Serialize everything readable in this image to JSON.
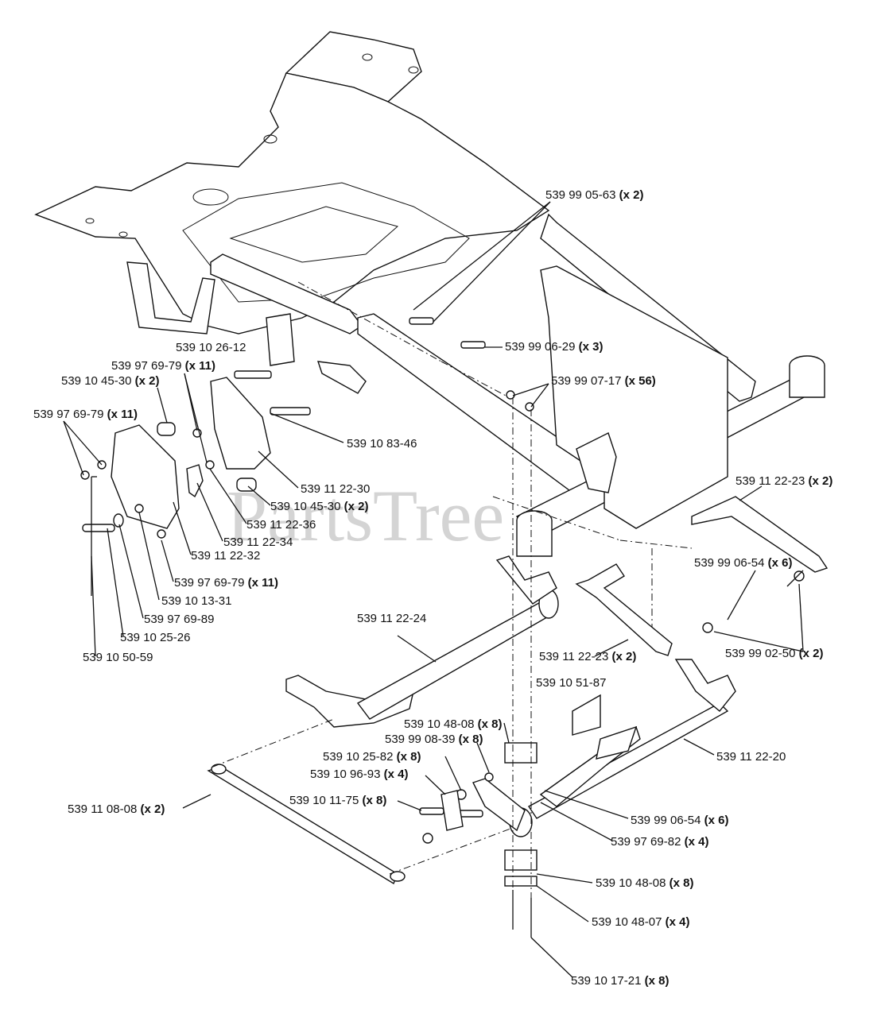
{
  "watermark": "PartsTree",
  "labels": [
    {
      "id": "l01",
      "part": "539 99 05-63",
      "qty": "(x 2)"
    },
    {
      "id": "l02",
      "part": "539 99 06-29",
      "qty": "(x 3)"
    },
    {
      "id": "l03",
      "part": "539 10 26-12",
      "qty": ""
    },
    {
      "id": "l04",
      "part": "539 97 69-79",
      "qty": "(x 11)"
    },
    {
      "id": "l05",
      "part": "539 10 45-30",
      "qty": "(x 2)"
    },
    {
      "id": "l06",
      "part": "539 97 69-79",
      "qty": "(x 11)"
    },
    {
      "id": "l07",
      "part": "539 99 07-17",
      "qty": "(x 56)"
    },
    {
      "id": "l08",
      "part": "539 10 83-46",
      "qty": ""
    },
    {
      "id": "l09",
      "part": "539 11 22-30",
      "qty": ""
    },
    {
      "id": "l10",
      "part": "539 10 45-30",
      "qty": "(x 2)"
    },
    {
      "id": "l11",
      "part": "539 11 22-36",
      "qty": ""
    },
    {
      "id": "l12",
      "part": "539 11 22-34",
      "qty": ""
    },
    {
      "id": "l13",
      "part": "539 11 22-32",
      "qty": ""
    },
    {
      "id": "l14",
      "part": "539 97 69-79",
      "qty": "(x 11)"
    },
    {
      "id": "l15",
      "part": "539 10 13-31",
      "qty": ""
    },
    {
      "id": "l16",
      "part": "539 97 69-89",
      "qty": ""
    },
    {
      "id": "l17",
      "part": "539 10 25-26",
      "qty": ""
    },
    {
      "id": "l18",
      "part": "539 10 50-59",
      "qty": ""
    },
    {
      "id": "l19",
      "part": "539 11 22-23",
      "qty": "(x 2)"
    },
    {
      "id": "l20",
      "part": "539 99 06-54",
      "qty": "(x 6)"
    },
    {
      "id": "l21",
      "part": "539 11 22-24",
      "qty": ""
    },
    {
      "id": "l22",
      "part": "539 11 22-23",
      "qty": "(x 2)"
    },
    {
      "id": "l23",
      "part": "539 99 02-50",
      "qty": "(x 2)"
    },
    {
      "id": "l24",
      "part": "539 10 51-87",
      "qty": ""
    },
    {
      "id": "l25",
      "part": "539 10 48-08",
      "qty": "(x 8)"
    },
    {
      "id": "l26",
      "part": "539 99 08-39",
      "qty": "(x 8)"
    },
    {
      "id": "l27",
      "part": "539 10 25-82",
      "qty": "(x 8)"
    },
    {
      "id": "l28",
      "part": "539 11 22-20",
      "qty": ""
    },
    {
      "id": "l29",
      "part": "539 10 96-93",
      "qty": "(x 4)"
    },
    {
      "id": "l30",
      "part": "539 10 11-75",
      "qty": "(x 8)"
    },
    {
      "id": "l31",
      "part": "539 11 08-08",
      "qty": "(x 2)"
    },
    {
      "id": "l32",
      "part": "539 99 06-54",
      "qty": "(x 6)"
    },
    {
      "id": "l33",
      "part": "539 97 69-82",
      "qty": "(x 4)"
    },
    {
      "id": "l34",
      "part": "539 10 48-08",
      "qty": "(x 8)"
    },
    {
      "id": "l35",
      "part": "539 10 48-07",
      "qty": "(x 4)"
    },
    {
      "id": "l36",
      "part": "539 10 17-21",
      "qty": "(x 8)"
    }
  ]
}
